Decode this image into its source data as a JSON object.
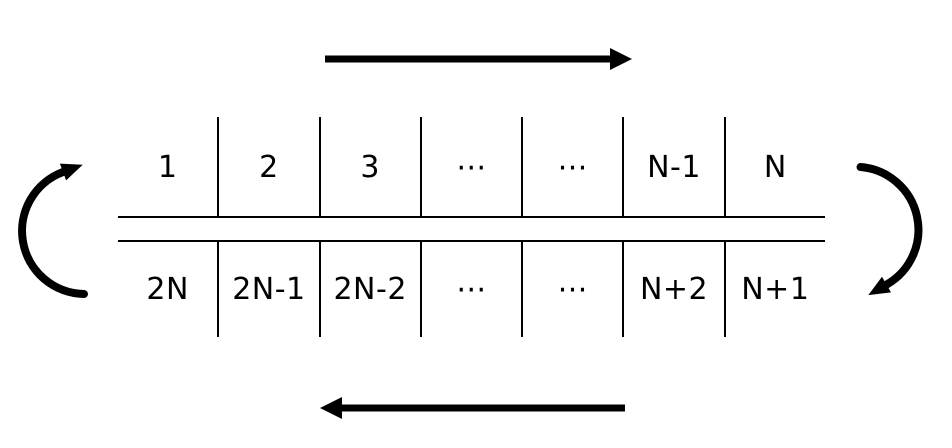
{
  "diagram": {
    "colors": {
      "ink": "#000000",
      "background": "#ffffff"
    },
    "top_row": {
      "cells": [
        "1",
        "2",
        "3",
        "⋯",
        "⋯",
        "N-1",
        "N"
      ]
    },
    "bottom_row": {
      "cells": [
        "2N",
        "2N-1",
        "2N-2",
        "⋯",
        "⋯",
        "N+2",
        "N+1"
      ]
    },
    "flow": {
      "top_arrow_direction": "right",
      "bottom_arrow_direction": "left",
      "left_wrap_direction": "up",
      "right_wrap_direction": "down"
    }
  }
}
